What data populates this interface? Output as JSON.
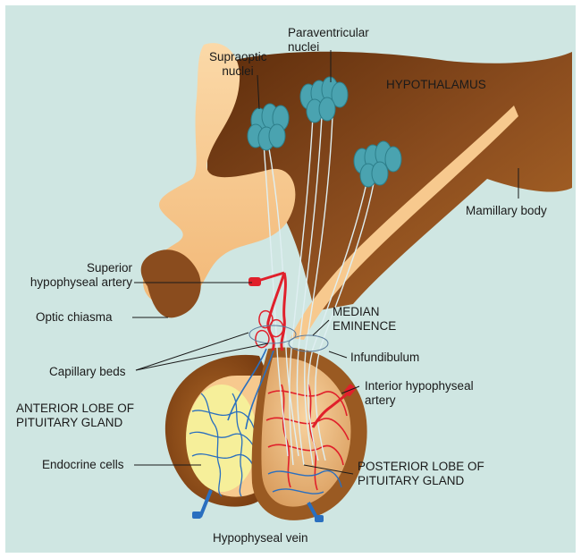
{
  "labels": {
    "supraoptic": "Supraoptic\nnuclei",
    "paraventricular": "Paraventricular\nnuclei",
    "hypothalamus": "HYPOTHALAMUS",
    "mamillary_body": "Mamillary body",
    "superior_artery": "Superior\nhypophyseal artery",
    "optic_chiasma": "Optic chiasma",
    "median_eminence": "MEDIAN\nEMINENCE",
    "infundibulum": "Infundibulum",
    "capillary_beds": "Capillary beds",
    "interior_artery": "Interior hypophyseal\nartery",
    "anterior_lobe": "ANTERIOR LOBE OF\nPITUITARY GLAND",
    "endocrine_cells": "Endocrine cells",
    "posterior_lobe": "POSTERIOR LOBE OF\nPITUITARY GLAND",
    "hypophyseal_vein": "Hypophyseal vein"
  },
  "colors": {
    "background": "#cfe6e2",
    "hypothalamus": "#8a4c1e",
    "tissue_light": "#f7c98e",
    "gland": "#9a5a22",
    "nuclei": "#4aa3b0",
    "artery": "#e0202b",
    "vein": "#2a6fbf",
    "endocrine": "#f6ef9a",
    "nerve": "#dfeff2"
  }
}
